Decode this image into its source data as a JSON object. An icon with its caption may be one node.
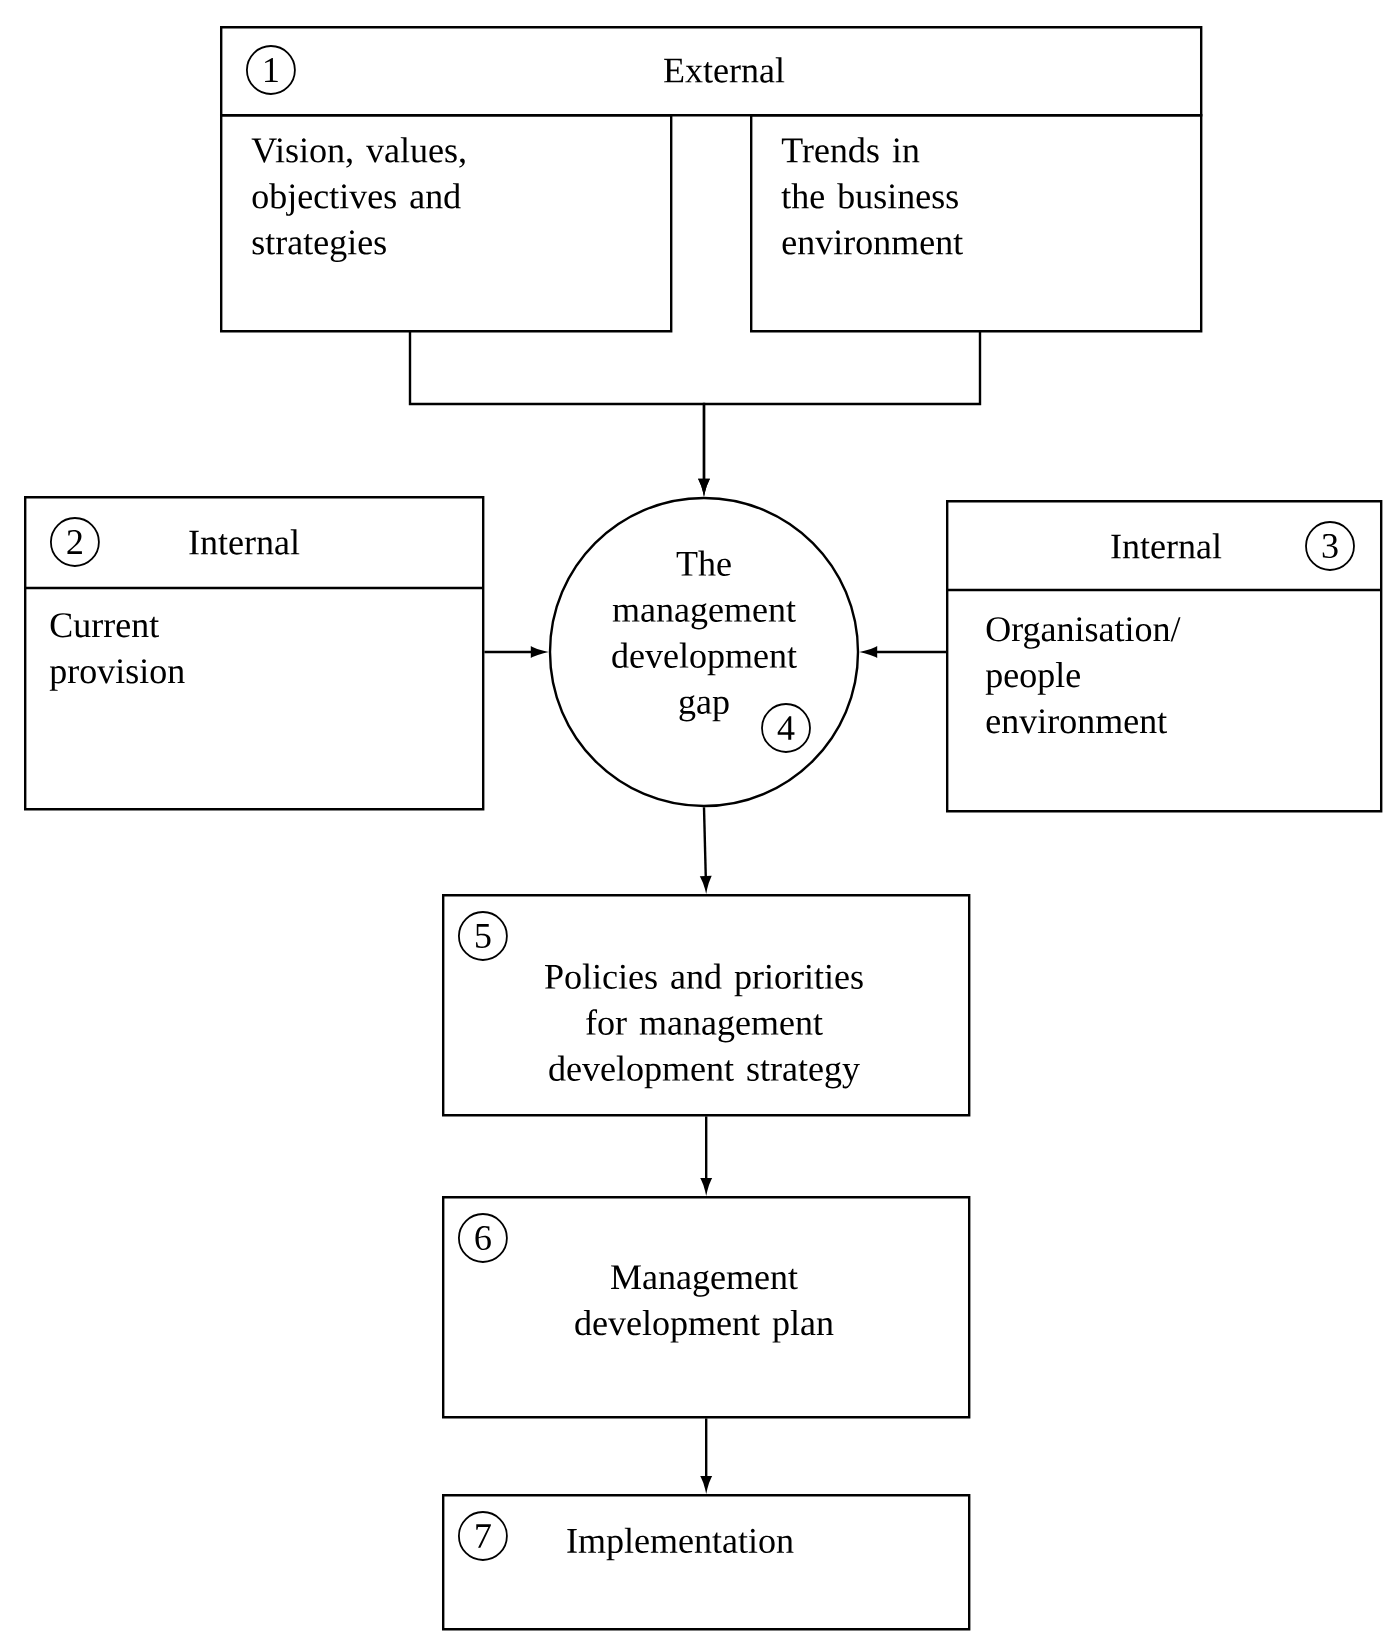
{
  "diagram": {
    "nodes": [
      {
        "text": [
          "1",
          "External"
        ]
      },
      {
        "text": [
          "Vision, values, objectives and strategies"
        ]
      },
      {
        "text": [
          "Trends in the business environment"
        ]
      },
      {
        "text": [
          "2",
          "Internal",
          "Current provision"
        ]
      },
      {
        "text": [
          "Internal",
          "3",
          "Organisation/ people environment"
        ]
      },
      {
        "text": [
          "The management development gap",
          "4"
        ]
      },
      {
        "text": [
          "5",
          "Policies and priorities for management development strategy"
        ]
      },
      {
        "text": [
          "6",
          "Management development plan"
        ]
      },
      {
        "text": [
          "7",
          "Implementation"
        ]
      }
    ],
    "edges": [
      {
        "from": 1,
        "to": 5,
        "arrow": "to"
      },
      {
        "from": 2,
        "to": 5,
        "arrow": "to"
      },
      {
        "from": 3,
        "to": 5,
        "arrow": "to"
      },
      {
        "from": 4,
        "to": 5,
        "arrow": "to"
      },
      {
        "from": 5,
        "to": 6,
        "arrow": "to"
      },
      {
        "from": 6,
        "to": 7,
        "arrow": "to"
      },
      {
        "from": 7,
        "to": 8,
        "arrow": "to"
      }
    ]
  }
}
